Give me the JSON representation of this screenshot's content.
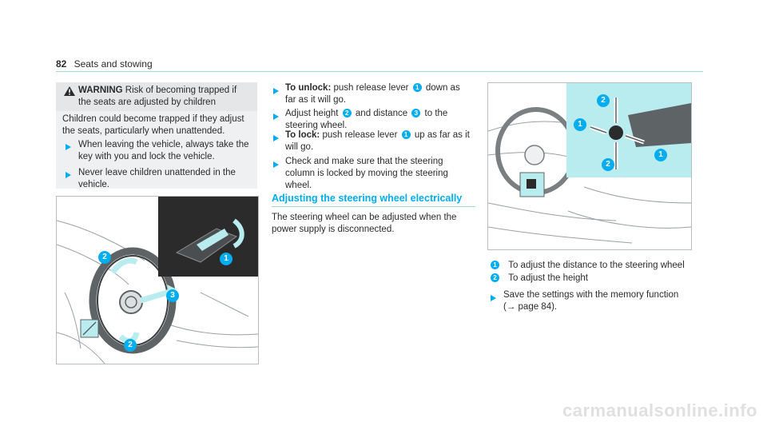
{
  "header": {
    "page_number": "82",
    "section_title": "Seats and stowing"
  },
  "warning": {
    "label": "WARNING",
    "headline": "Risk of becoming trapped if the seats are adjusted by children",
    "body": "Children could become trapped if they adjust the seats, particularly when unattended.",
    "steps": [
      "When leaving the vehicle, always take the key with you and lock the vehicle.",
      "Never leave children unattended in the vehicle."
    ]
  },
  "mechanical": {
    "unlock_label": "To unlock:",
    "unlock_a": "push release lever",
    "unlock_b": "down as far as it will go.",
    "adjust_a": "Adjust height",
    "adjust_b": "and distance",
    "adjust_c": "to the steering wheel.",
    "lock_label": "To lock:",
    "lock_a": "push release lever",
    "lock_b": "up as far as it will go.",
    "check": "Check and make sure that the steering column is locked by moving the steering wheel."
  },
  "electric": {
    "title": "Adjusting the steering wheel electrically",
    "intro": "The steering wheel can be adjusted when the power supply is disconnected.",
    "legend": [
      {
        "num": "1",
        "text": "To adjust the distance to the steering wheel"
      },
      {
        "num": "2",
        "text": "To adjust the height"
      }
    ],
    "save_a": "Save the settings with the memory function",
    "save_b": "(→ page 84)."
  },
  "badges": {
    "one": "1",
    "two": "2",
    "three": "3"
  },
  "colors": {
    "accent": "#00adef",
    "teal_panel": "#b9ecef",
    "warning_bg": "#eef0f1"
  },
  "watermark": "carmanualsonline.info"
}
